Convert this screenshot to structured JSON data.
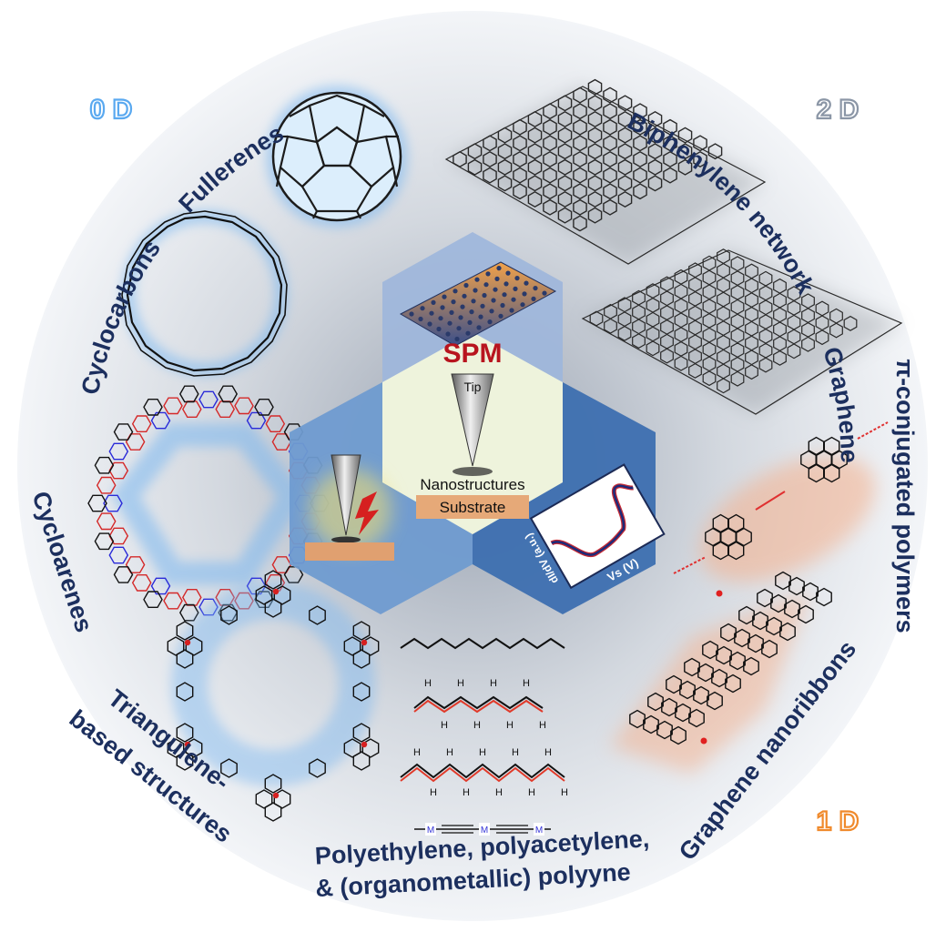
{
  "diagram": {
    "center": {
      "spm": "SPM",
      "tip": "Tip",
      "nanostructures": "Nanostructures",
      "substrate": "Substrate",
      "ylabel": "dI/dV (a.u.)",
      "xlabel": "Vs (V)"
    },
    "dimensions": {
      "zero_d": "0 D",
      "one_d": "1 D",
      "two_d": "2 D"
    },
    "categories": {
      "fullerenes": "Fullerenes",
      "biphenylene": "Biphenylene network",
      "graphene": "Graphene",
      "pi_conjugated": "π-conjugated polymers",
      "nanoribbons": "Graphene nanoribbons",
      "polyethylene_line1": "Polyethylene, polyacetylene,",
      "polyethylene_line2": "& (organometallic) polyyne",
      "triangulene_line1": "Triangulene-",
      "triangulene_line2": "based structures",
      "cycloarenes": "Cycloarenes",
      "cyclocarbons": "Cyclocarbons"
    },
    "chain_labels": {
      "metal": "M",
      "hydrogen": "H"
    },
    "colors": {
      "zero_d": "#5aa9f0",
      "one_d": "#f08a2c",
      "two_d": "#8b96a6",
      "label": "#1c2f5e",
      "spm": "#b8141e"
    }
  }
}
